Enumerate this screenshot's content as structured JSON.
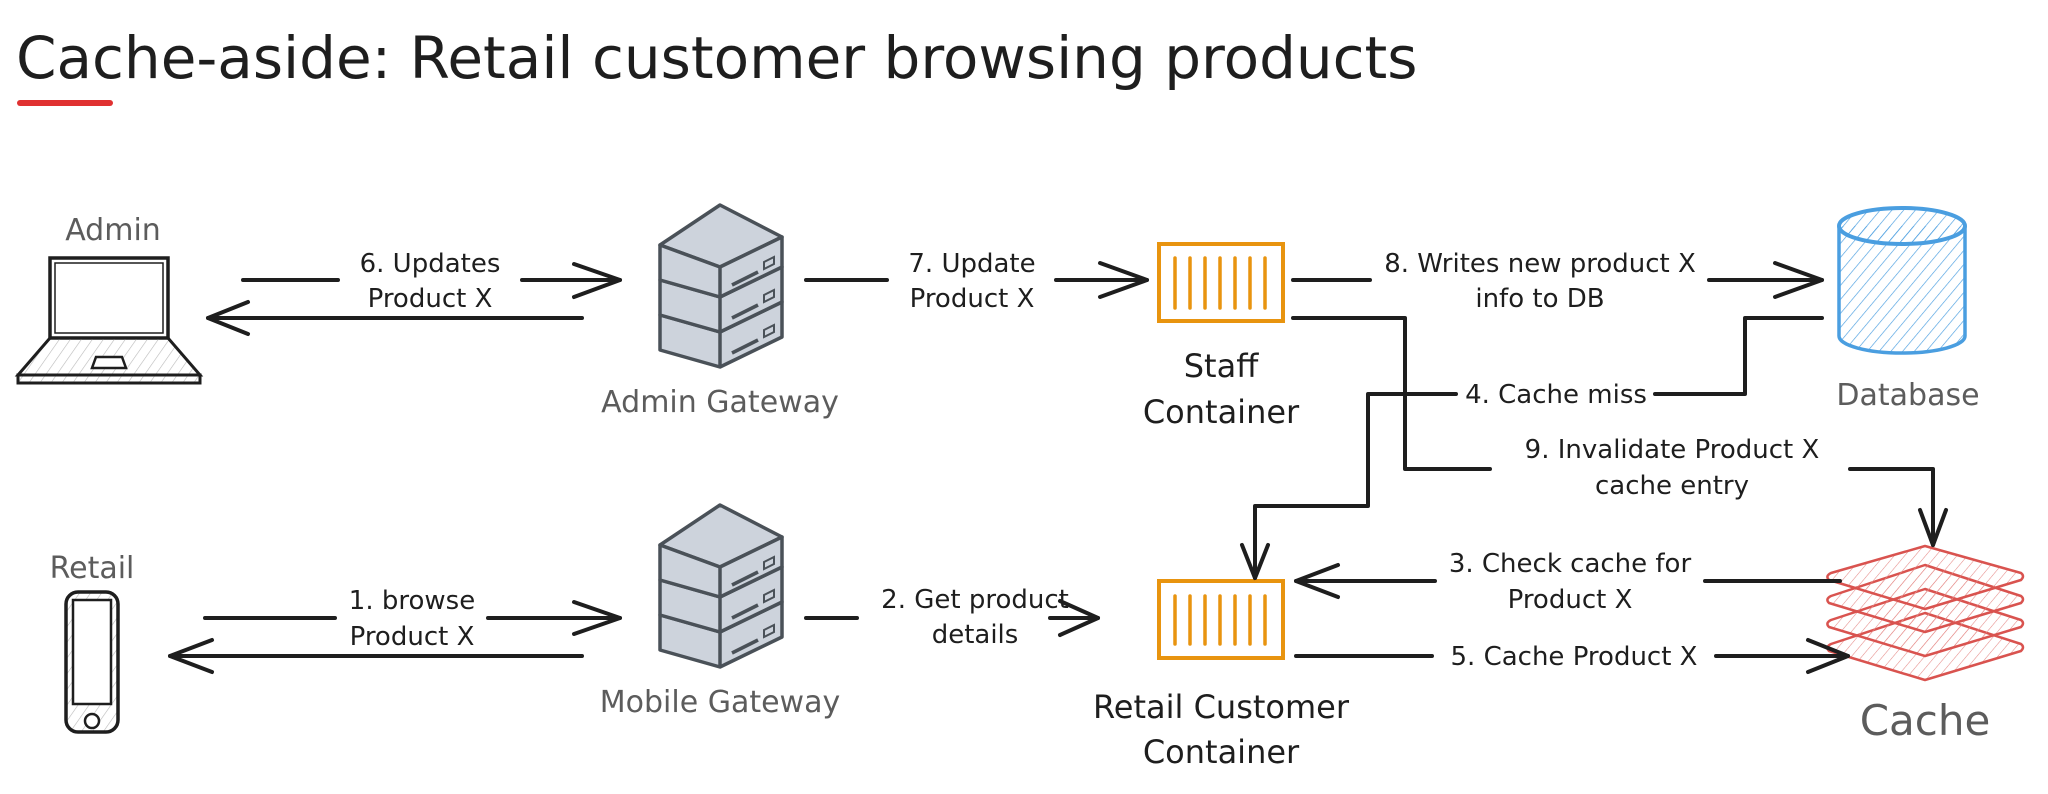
{
  "title": "Cache-aside: Retail customer browsing products",
  "colors": {
    "title_underline": "#e03131",
    "container": "#e8940f",
    "database": "#4a9ee0",
    "cache": "#d9534f",
    "server_fill": "#cdd3dc",
    "server_stroke": "#4a5158",
    "edge": "#1e1e1e",
    "node_label_gray": "#5c5c5c"
  },
  "nodes": {
    "admin": {
      "label": "Admin",
      "icon": "laptop-icon"
    },
    "retail": {
      "label": "Retail",
      "icon": "mobile-phone-icon"
    },
    "admin_gateway": {
      "label": "Admin Gateway",
      "icon": "server-stack-icon"
    },
    "mobile_gateway": {
      "label": "Mobile Gateway",
      "icon": "server-stack-icon"
    },
    "staff_container": {
      "label_line1": "Staff",
      "label_line2": "Container",
      "icon": "container-icon"
    },
    "retail_container": {
      "label_line1": "Retail Customer",
      "label_line2": "Container",
      "icon": "container-icon"
    },
    "database": {
      "label": "Database",
      "icon": "database-cylinder-icon"
    },
    "cache": {
      "label": "Cache",
      "icon": "cache-layers-icon"
    }
  },
  "edges": {
    "e1": {
      "line1": "1. browse",
      "line2": "Product X",
      "from": "Retail",
      "to": "Mobile Gateway",
      "bidirectional": true
    },
    "e2": {
      "line1": "2. Get product",
      "line2": "details",
      "from": "Mobile Gateway",
      "to": "Retail Customer Container"
    },
    "e3": {
      "line1": "3. Check cache for",
      "line2": "Product X",
      "from": "Cache",
      "to": "Retail Customer Container"
    },
    "e4": {
      "line1": "4. Cache miss",
      "from": "Database",
      "to": "Retail Customer Container"
    },
    "e5": {
      "line1": "5. Cache Product X",
      "from": "Retail Customer Container",
      "to": "Cache"
    },
    "e6": {
      "line1": "6. Updates",
      "line2": "Product X",
      "from": "Admin",
      "to": "Admin Gateway",
      "bidirectional": true
    },
    "e7": {
      "line1": "7. Update",
      "line2": "Product X",
      "from": "Admin Gateway",
      "to": "Staff Container"
    },
    "e8": {
      "line1": "8. Writes new product X",
      "line2": "info to DB",
      "from": "Staff Container",
      "to": "Database"
    },
    "e9": {
      "line1": "9.  Invalidate Product X",
      "line2": "cache entry",
      "from": "Staff Container",
      "to": "Cache"
    }
  }
}
